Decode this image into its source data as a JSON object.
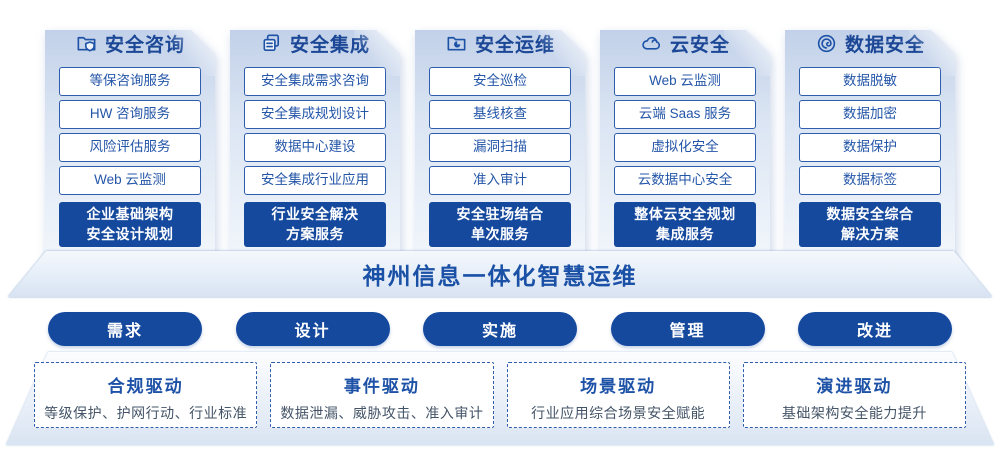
{
  "columns": [
    {
      "title": "安全咨询",
      "icon": "folder-shield-icon",
      "items": [
        "等保咨询服务",
        "HW 咨询服务",
        "风险评估服务",
        "Web 云监测"
      ],
      "footer_line1": "企业基础架构",
      "footer_line2": "安全设计规划"
    },
    {
      "title": "安全集成",
      "icon": "copy-docs-icon",
      "items": [
        "安全集成需求咨询",
        "安全集成规划设计",
        "数据中心建设",
        "安全集成行业应用"
      ],
      "footer_line1": "行业安全解决",
      "footer_line2": "方案服务"
    },
    {
      "title": "安全运维",
      "icon": "folder-pie-icon",
      "items": [
        "安全巡检",
        "基线核查",
        "漏洞扫描",
        "准入审计"
      ],
      "footer_line1": "安全驻场结合",
      "footer_line2": "单次服务"
    },
    {
      "title": "云安全",
      "icon": "cloud-icon",
      "items": [
        "Web 云监测",
        "云端 Saas 服务",
        "虚拟化安全",
        "云数据中心安全"
      ],
      "footer_line1": "整体云安全规划",
      "footer_line2": "集成服务"
    },
    {
      "title": "数据安全",
      "icon": "fingerprint-icon",
      "items": [
        "数据脱敏",
        "数据加密",
        "数据保护",
        "数据标签"
      ],
      "footer_line1": "数据安全综合",
      "footer_line2": "解决方案"
    }
  ],
  "banner": {
    "title": "神州信息一体化智慧运维"
  },
  "process_steps": [
    {
      "label": "需求"
    },
    {
      "label": "设计"
    },
    {
      "label": "实施"
    },
    {
      "label": "管理"
    },
    {
      "label": "改进"
    }
  ],
  "drivers": [
    {
      "title": "合规驱动",
      "desc": "等级保护、护网行动、行业标准"
    },
    {
      "title": "事件驱动",
      "desc": "数据泄漏、威胁攻击、准入审计"
    },
    {
      "title": "场景驱动",
      "desc": "行业应用综合场景安全赋能"
    },
    {
      "title": "演进驱动",
      "desc": "基础架构安全能力提升"
    }
  ],
  "colors": {
    "primary_blue": "#15499E",
    "header_blue": "#1B4796",
    "border_blue": "#2E5DAB",
    "desc_gray": "#445468"
  }
}
